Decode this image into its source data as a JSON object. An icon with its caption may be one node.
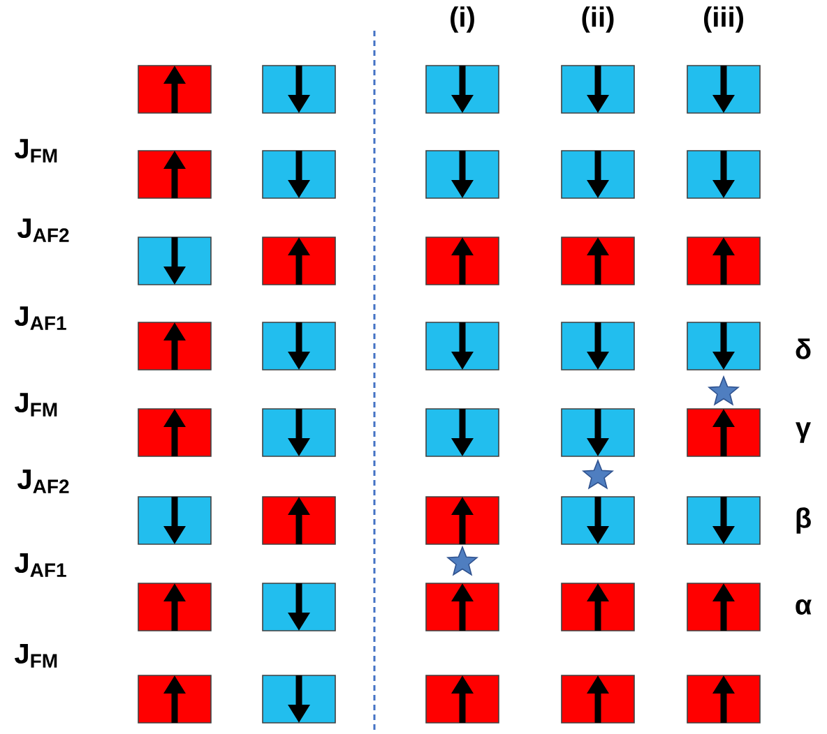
{
  "diagram": {
    "nodes": [
      {
        "text": [],
        "shape": "box"
      },
      {
        "text": [],
        "shape": "box"
      },
      {
        "text": [],
        "shape": "box"
      },
      {
        "text": [],
        "shape": "box"
      },
      {
        "text": [],
        "shape": "box"
      },
      {
        "text": [],
        "shape": "box"
      },
      {
        "text": [],
        "shape": "box"
      },
      {
        "text": [],
        "shape": "box"
      },
      {
        "text": [],
        "shape": "box"
      },
      {
        "text": [],
        "shape": "box"
      },
      {
        "text": [],
        "shape": "box"
      },
      {
        "text": [],
        "shape": "box"
      },
      {
        "text": [],
        "shape": "box"
      },
      {
        "text": [],
        "shape": "box"
      },
      {
        "text": [],
        "shape": "box"
      },
      {
        "text": [],
        "shape": "box"
      },
      {
        "text": [],
        "shape": "box"
      },
      {
        "text": [],
        "shape": "box"
      },
      {
        "text": [],
        "shape": "box"
      },
      {
        "text": [],
        "shape": "box"
      },
      {
        "text": [],
        "shape": "box"
      },
      {
        "text": [],
        "shape": "box"
      },
      {
        "text": [],
        "shape": "box"
      },
      {
        "text": [],
        "shape": "box"
      },
      {
        "text": [],
        "shape": "box"
      },
      {
        "text": [],
        "shape": "box"
      },
      {
        "text": [],
        "shape": "box"
      },
      {
        "text": [],
        "shape": "box"
      },
      {
        "text": [],
        "shape": "box"
      },
      {
        "text": [],
        "shape": "box"
      },
      {
        "text": [],
        "shape": "box"
      },
      {
        "text": [],
        "shape": "box"
      },
      {
        "text": [],
        "shape": "box"
      },
      {
        "text": [],
        "shape": "box"
      },
      {
        "text": [],
        "shape": "box"
      },
      {
        "text": [],
        "shape": "box"
      },
      {
        "text": [],
        "shape": "box"
      },
      {
        "text": [],
        "shape": "box"
      },
      {
        "text": [],
        "shape": "box"
      },
      {
        "text": [],
        "shape": "box"
      }
    ],
    "labels": [
      "(i)",
      "(ii)",
      "(iii)",
      "J$_{FM}$",
      "J$_{AF2}$",
      "J$_{AF1}$",
      "δ",
      "J$_{FM}$",
      "γ",
      "J$_{AF2}$",
      "β",
      "J$_{AF1}$",
      "α",
      "J$_{FM}$"
    ]
  }
}
